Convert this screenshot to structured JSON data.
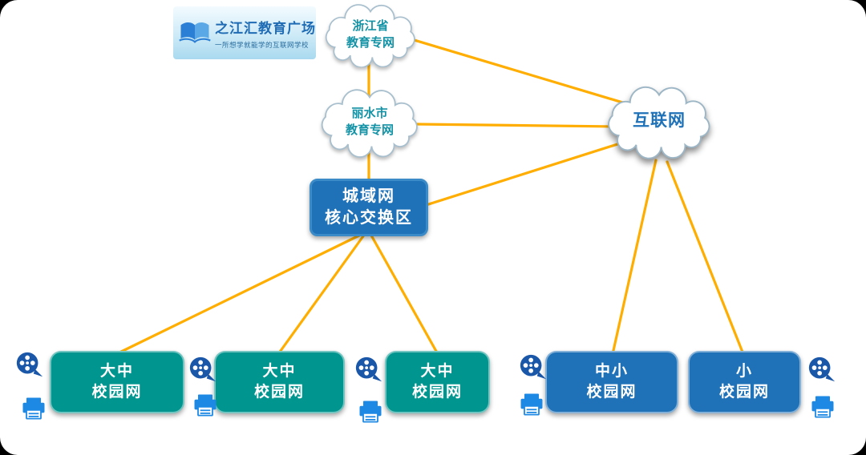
{
  "logo": {
    "title": "之江汇教育广场",
    "subtitle": "一所想学就能学的互联网学校",
    "icon": "open-book-icon"
  },
  "nodes": {
    "province_cloud": {
      "line1": "浙江省",
      "line2": "教育专网"
    },
    "city_cloud": {
      "line1": "丽水市",
      "line2": "教育专网"
    },
    "internet_cloud": {
      "label": "互联网"
    },
    "core_switch": {
      "line1": "城域网",
      "line2": "核心交换区"
    }
  },
  "campus_networks": [
    {
      "line1": "大中",
      "line2": "校园网",
      "style": "teal"
    },
    {
      "line1": "大中",
      "line2": "校园网",
      "style": "teal"
    },
    {
      "line1": "大中",
      "line2": "校园网",
      "style": "teal"
    },
    {
      "line1": "中小",
      "line2": "校园网",
      "style": "blue"
    },
    {
      "line1": "小",
      "line2": "校园网",
      "style": "blue"
    }
  ],
  "icons": {
    "reel": "movie-reel-icon",
    "printer": "printer-icon"
  },
  "colors": {
    "connector": "#FFAE00",
    "teal_box": "#00968F",
    "blue_box": "#1F72B8",
    "cloud_label": "#1593A6",
    "internet_label": "#1F72B8"
  }
}
